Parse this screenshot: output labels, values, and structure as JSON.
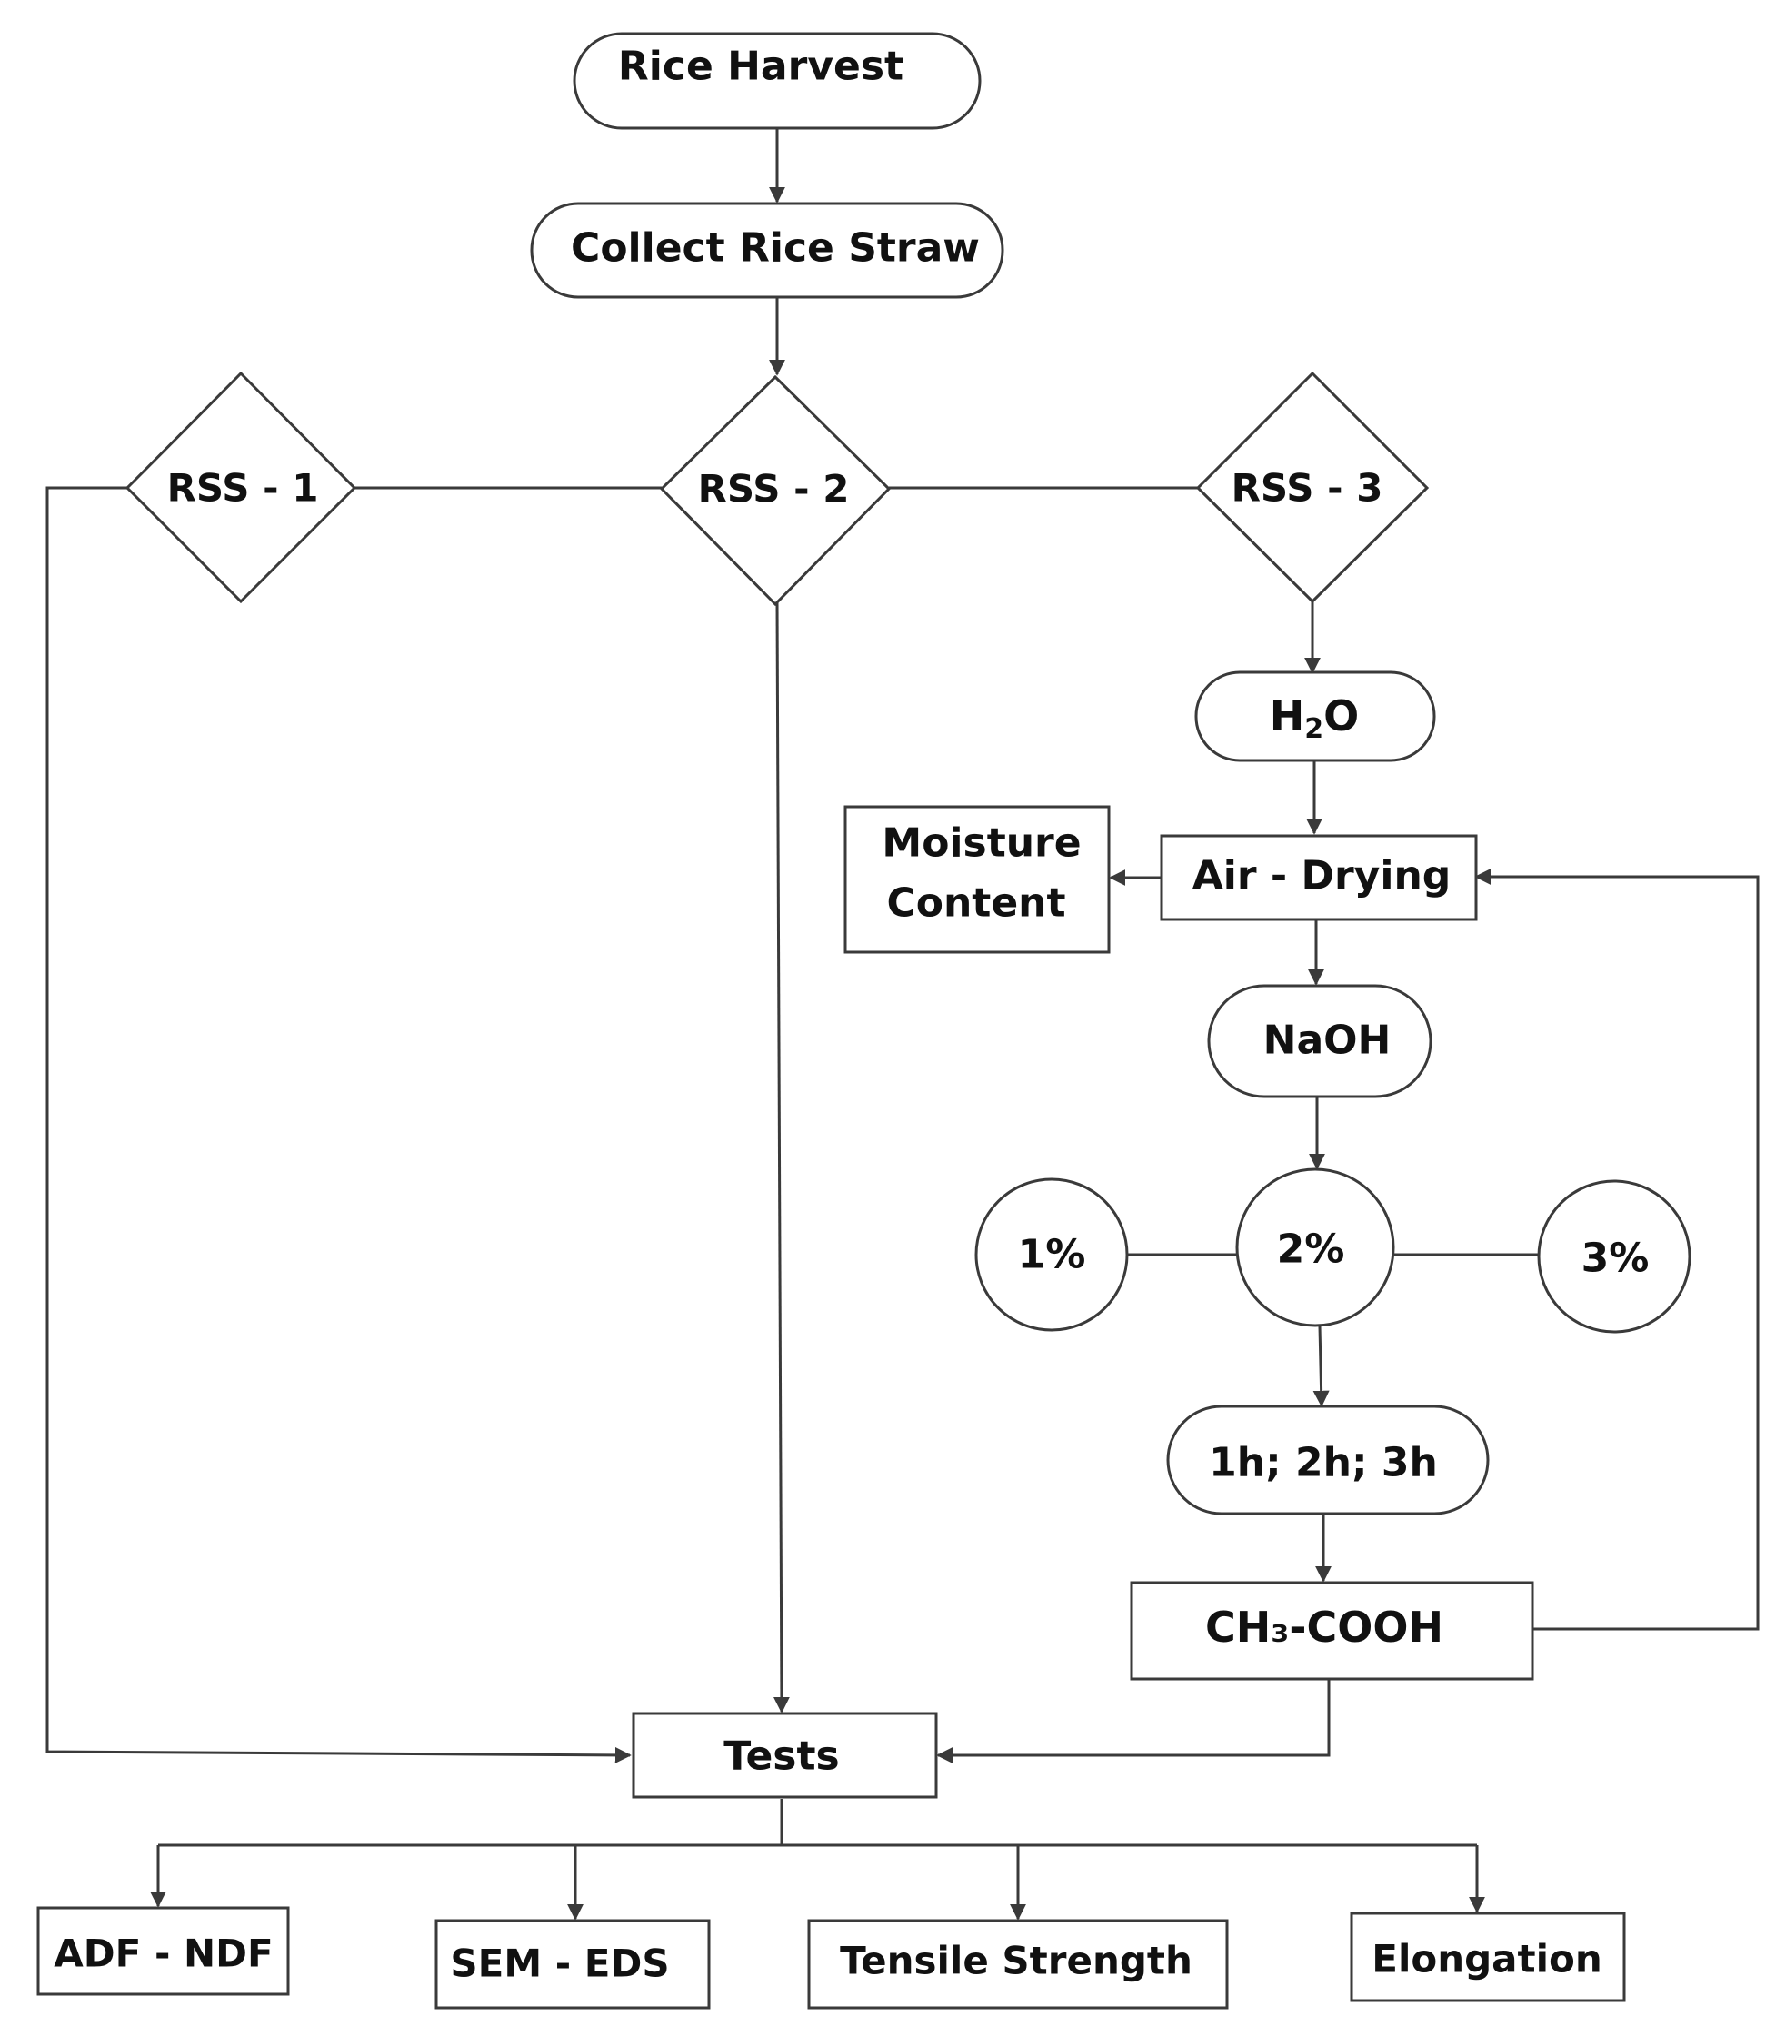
{
  "nodes": {
    "rice_harvest": "Rice Harvest",
    "collect_rice_straw": "Collect Rice Straw",
    "rss1": "RSS - 1",
    "rss2": "RSS - 2",
    "rss3": "RSS - 3",
    "water": {
      "main": "H",
      "sub": "2",
      "tail": "O"
    },
    "moisture_content": {
      "line1": "Moisture",
      "line2": "Content"
    },
    "air_drying": "Air - Drying",
    "naoh": "NaOH",
    "conc_1": "1%",
    "conc_2": "2%",
    "conc_3": "3%",
    "durations": "1h; 2h; 3h",
    "acetic_acid": "CH₃-COOH",
    "tests": "Tests",
    "adf_ndf": "ADF - NDF",
    "sem_eds": "SEM - EDS",
    "tensile_strength": "Tensile Strength",
    "elongation": "Elongation"
  }
}
